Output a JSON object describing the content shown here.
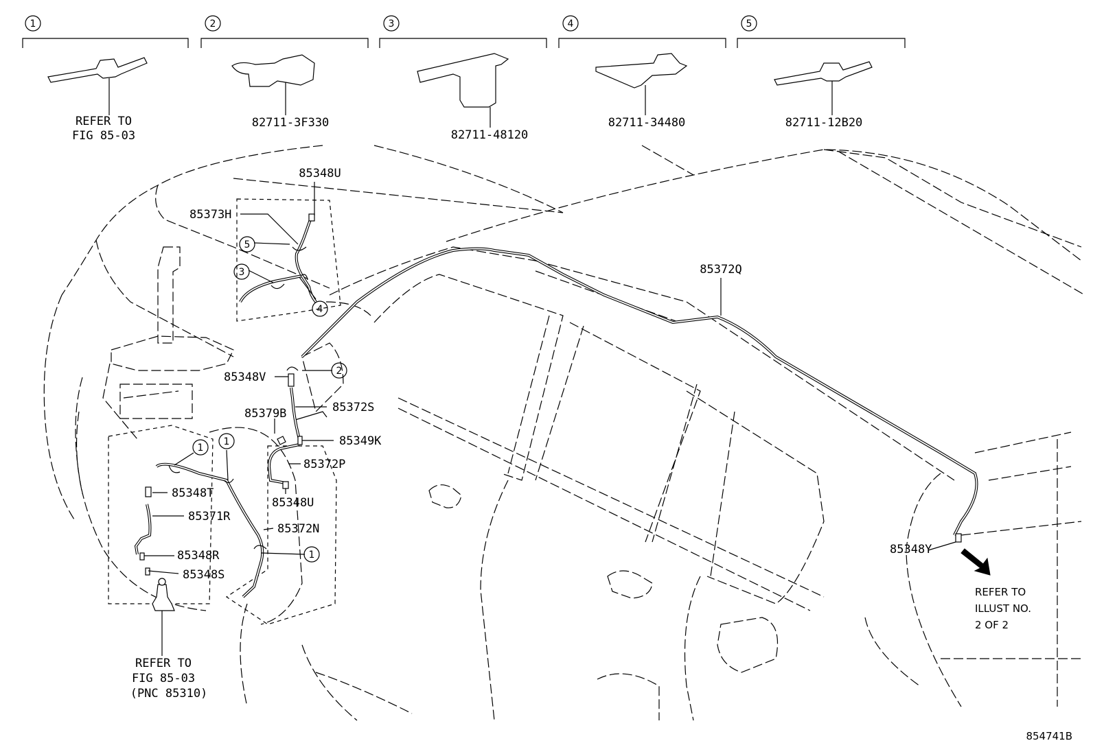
{
  "diagram_id": "854741B",
  "clips": [
    {
      "index": "1",
      "caption": [
        "REFER TO",
        "FIG 85-03"
      ]
    },
    {
      "index": "2",
      "caption": [
        "82711-3F330"
      ]
    },
    {
      "index": "3",
      "caption": [
        "82711-48120"
      ]
    },
    {
      "index": "4",
      "caption": [
        "82711-34480"
      ]
    },
    {
      "index": "5",
      "caption": [
        "82711-12B20"
      ]
    }
  ],
  "part_labels": {
    "p85348U_top": "85348U",
    "p85373H": "85373H",
    "p85372Q": "85372Q",
    "p85348V": "85348V",
    "p85372S": "85372S",
    "p85379B": "85379B",
    "p85349K": "85349K",
    "p85372P": "85372P",
    "p85348U_low": "85348U",
    "p85348T": "85348T",
    "p85371R": "85371R",
    "p85372N": "85372N",
    "p85348R": "85348R",
    "p85348S": "85348S",
    "p85348Y": "85348Y"
  },
  "callouts": {
    "c5": "5",
    "c3": "3",
    "c4": "4",
    "c2": "2",
    "c1a": "1",
    "c1b": "1",
    "c1c": "1"
  },
  "refer_pump": [
    "REFER TO",
    "FIG 85-03",
    "(PNC 85310)"
  ],
  "refer_illust": [
    "REFER TO",
    "ILLUST NO.",
    "2 OF 2"
  ]
}
